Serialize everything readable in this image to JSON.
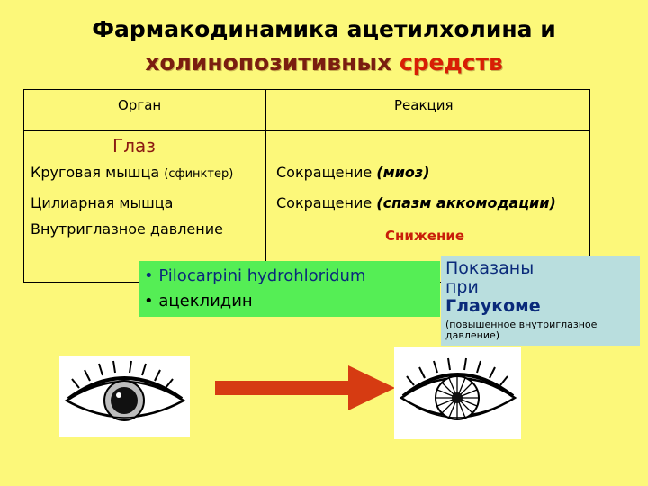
{
  "title": {
    "line1": "Фармакодинамика ацетилхолина и",
    "line2_dark": "холинопозитивных",
    "line2_red": "средств"
  },
  "table": {
    "headers": {
      "organ": "Орган",
      "reaction": "Реакция"
    },
    "organ_title": "Глаз",
    "rows": [
      {
        "organ": "Круговая мышца",
        "organ_note": "(сфинктер)",
        "reaction_prefix": "Сокращение",
        "reaction_italic": "(миоз)"
      },
      {
        "organ": "Цилиарная мышца",
        "reaction_prefix": "Сокращение",
        "reaction_italic": "(спазм аккомодации)"
      },
      {
        "organ": "Внутриглазное давление",
        "reaction": "Снижение"
      }
    ]
  },
  "drugs": {
    "items": [
      "• Pilocarpini  hydrohloridum",
      "• ацеклидин"
    ]
  },
  "indication": {
    "line1": "Показаны",
    "line2": "при",
    "line3": "Глаукоме",
    "note": "(повышенное внутриглазное давление)"
  },
  "colors": {
    "background": "#fcf87a",
    "green_box": "#55ee55",
    "blue_box": "#b9dede",
    "arrow": "#d63b12",
    "title_dark": "#7a1d10",
    "title_red": "#d81e05"
  },
  "icons": {
    "eye_before": "eye-dilated-pupil-icon",
    "eye_after": "eye-constricted-pupil-icon",
    "arrow": "right-arrow-icon"
  }
}
